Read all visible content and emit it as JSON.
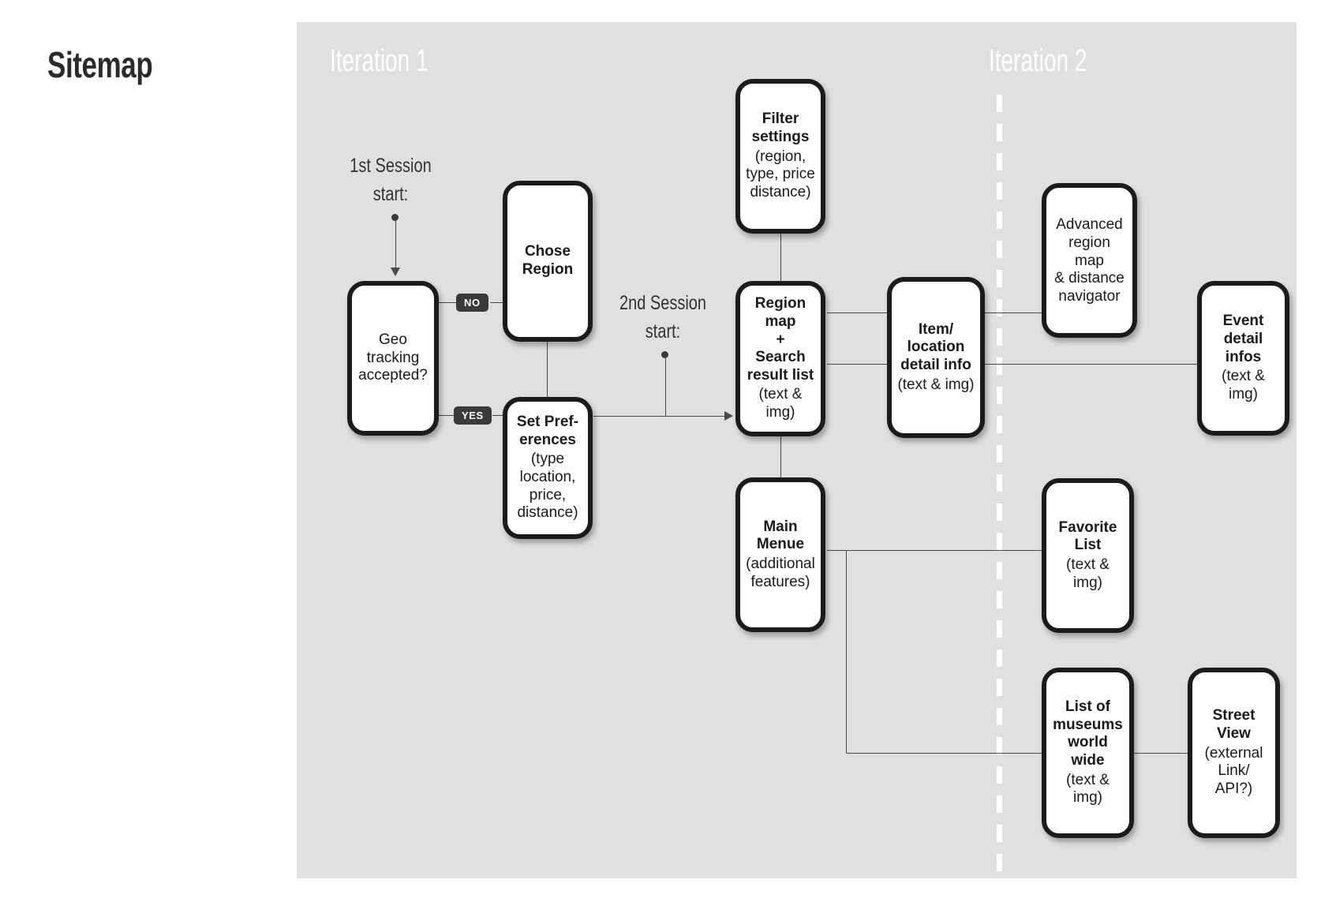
{
  "page": {
    "title": "Sitemap",
    "canvas_bg": "#dfe0e1",
    "node_border": "#1b1b1b",
    "badge_bg": "#3a3a3a"
  },
  "iterations": [
    {
      "label": "Iteration 1"
    },
    {
      "label": "Iteration 2"
    }
  ],
  "annotations": [
    {
      "text": "1st Session\nstart:"
    },
    {
      "text": "2nd Session\nstart:"
    }
  ],
  "branch_badges": [
    {
      "label": "NO"
    },
    {
      "label": "YES"
    }
  ],
  "nodes": {
    "geo_tracking": {
      "title": "Geo\ntracking\naccepted?",
      "subtitle": ""
    },
    "chose_region": {
      "title": "Chose\nRegion",
      "subtitle": ""
    },
    "set_preferences": {
      "title": "Set Pref-\nerences",
      "subtitle": "(type\nlocation,\nprice,\ndistance)"
    },
    "filter_settings": {
      "title": "Filter\nsettings",
      "subtitle": "(region,\ntype, price\ndistance)"
    },
    "region_map": {
      "title": "Region\nmap\n+\nSearch\nresult list",
      "subtitle": "(text & img)"
    },
    "item_location": {
      "title": "Item/\nlocation\ndetail info",
      "subtitle": "(text & img)"
    },
    "advanced_map": {
      "title": "",
      "subtitle": "Advanced\nregion map\n& distance\nnavigator"
    },
    "event_details": {
      "title": "Event\ndetail infos",
      "subtitle": "(text & img)"
    },
    "main_menue": {
      "title": "Main\nMenue",
      "subtitle": "(additional\nfeatures)"
    },
    "favorite_list": {
      "title": "Favorite\nList",
      "subtitle": "(text & img)"
    },
    "museums_list": {
      "title": "List of\nmuseums\nworld wide",
      "subtitle": "(text & img)"
    },
    "street_view": {
      "title": "Street\nView",
      "subtitle": "(external\nLink/ API?)"
    }
  }
}
